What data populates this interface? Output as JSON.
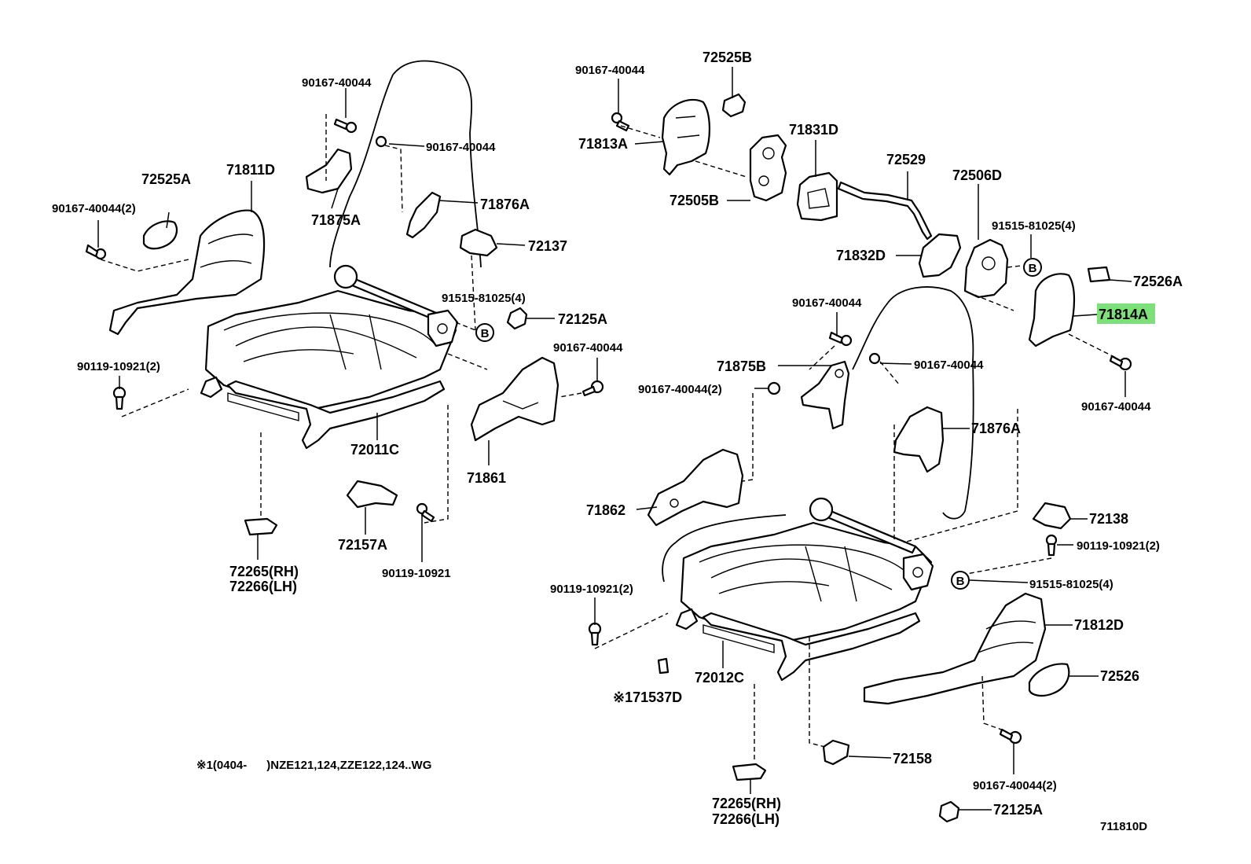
{
  "labels": {
    "l_90167_40044_a": "90167-40044",
    "l_90167_40044_b": "90167-40044",
    "l_72525A": "72525A",
    "l_71811D": "71811D",
    "l_90167_40044_2_a": "90167-40044(2)",
    "l_71875A": "71875A",
    "l_71876A_a": "71876A",
    "l_72137": "72137",
    "l_91515_81025_4_a": "91515-81025(4)",
    "l_72125A_a": "72125A",
    "l_90167_40044_c": "90167-40044",
    "l_90119_10921_2_a": "90119-10921(2)",
    "l_72011C": "72011C",
    "l_71861": "71861",
    "l_72157A": "72157A",
    "l_90119_10921_a": "90119-10921",
    "l_72265_rh_a": "72265(RH)",
    "l_72266_lh_a": "72266(LH)",
    "l_90167_40044_d": "90167-40044",
    "l_72525B": "72525B",
    "l_71813A": "71813A",
    "l_71831D": "71831D",
    "l_72505B": "72505B",
    "l_72529": "72529",
    "l_72506D": "72506D",
    "l_91515_81025_4_b": "91515-81025(4)",
    "l_71832D": "71832D",
    "l_72526A": "72526A",
    "l_71814A": "71814A",
    "l_90167_40044_e": "90167-40044",
    "l_90167_40044_f": "90167-40044",
    "l_71875B": "71875B",
    "l_90167_40044_g": "90167-40044",
    "l_90167_40044_2_b": "90167-40044(2)",
    "l_71876A_b": "71876A",
    "l_71862": "71862",
    "l_72138": "72138",
    "l_90119_10921_2_b": "90119-10921(2)",
    "l_91515_81025_4_c": "91515-81025(4)",
    "l_90119_10921_2_c": "90119-10921(2)",
    "l_71812D": "71812D",
    "l_72526": "72526",
    "l_72012C": "72012C",
    "l_71537D": "※171537D",
    "l_72158": "72158",
    "l_90167_40044_2_c": "90167-40044(2)",
    "l_72265_rh_b": "72265(RH)",
    "l_72266_lh_b": "72266(LH)",
    "l_72125A_b": "72125A",
    "l_footnote": "※1(0404-      )NZE121,124,ZZE122,124..WG",
    "l_drawing_no": "711810D"
  },
  "markers": {
    "b1": "B",
    "b2": "B",
    "b3": "B"
  },
  "highlight": {
    "part": "71814A",
    "color": "#7ee07a"
  }
}
